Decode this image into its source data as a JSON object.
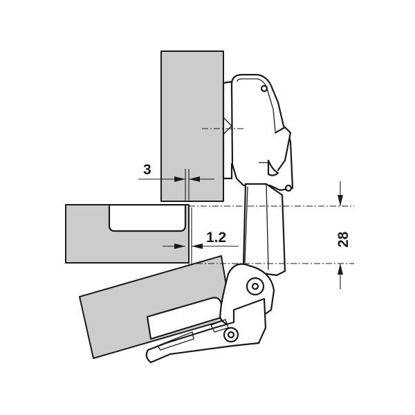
{
  "dimensions": {
    "gap": "3",
    "overlay_gap": "1.2",
    "height": "28"
  }
}
